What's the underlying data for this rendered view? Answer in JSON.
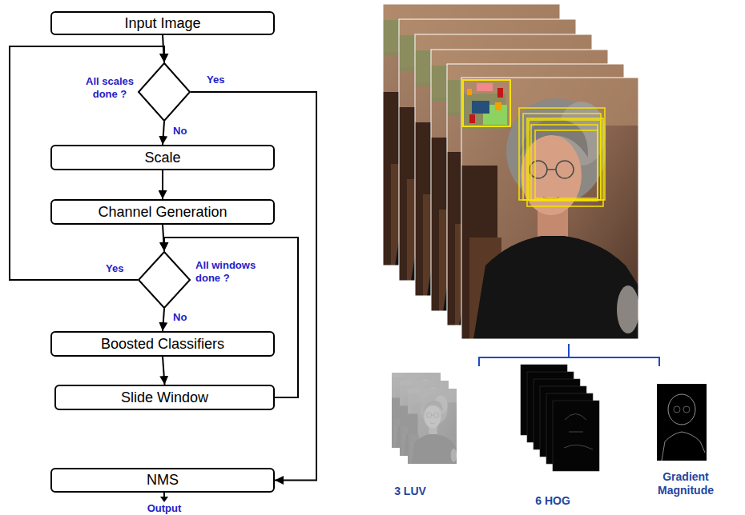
{
  "diagram": {
    "nodes": [
      {
        "text": [
          "Input Image"
        ]
      },
      {
        "text": [
          "All scales done ?"
        ]
      },
      {
        "text": [
          "Scale"
        ]
      },
      {
        "text": [
          "Channel Generation"
        ]
      },
      {
        "text": [
          "All windows done ?"
        ]
      },
      {
        "text": [
          "Boosted Classifiers"
        ]
      },
      {
        "text": [
          "Slide Window"
        ]
      },
      {
        "text": [
          "NMS"
        ]
      }
    ],
    "edges": [
      {
        "from": 0,
        "to": 1,
        "arrow": "to"
      },
      {
        "from": 1,
        "to": 2,
        "label": "No",
        "arrow": "to"
      },
      {
        "from": 1,
        "to": 7,
        "label": "Yes",
        "arrow": "to"
      },
      {
        "from": 2,
        "to": 3,
        "arrow": "to"
      },
      {
        "from": 3,
        "to": 4,
        "arrow": "to"
      },
      {
        "from": 4,
        "to": 5,
        "label": "No",
        "arrow": "to"
      },
      {
        "from": 4,
        "to": 1,
        "label": "Yes",
        "arrow": "to"
      },
      {
        "from": 5,
        "to": 6,
        "arrow": "to"
      },
      {
        "from": 6,
        "to": 4,
        "arrow": "to"
      }
    ],
    "labels": [
      "Output",
      "3 LUV",
      "6 HOG",
      "Gradient Magnitude"
    ]
  }
}
